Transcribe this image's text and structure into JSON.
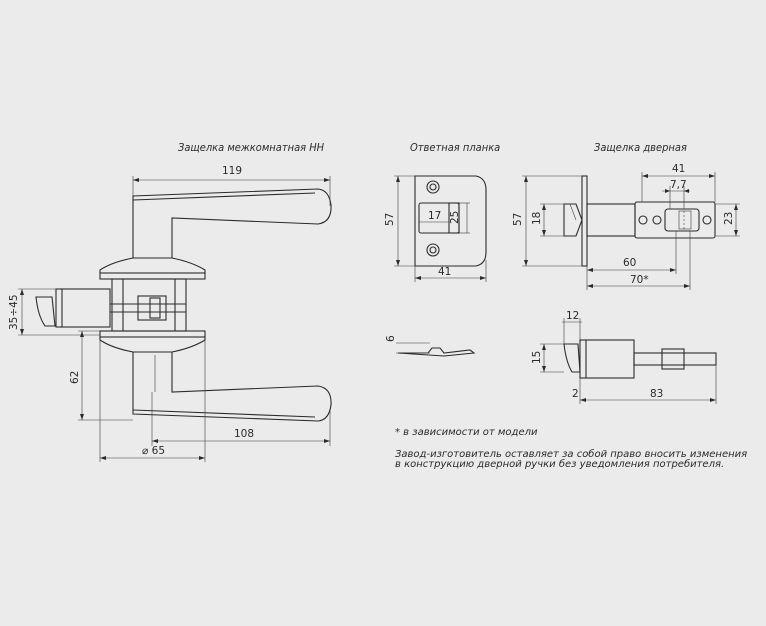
{
  "titles": {
    "handle": "Защелка межкомнатная НН",
    "strike": "Ответная планка",
    "latch": "Защелка дверная"
  },
  "dims": {
    "handle_width": "119",
    "backset_range": "35÷45",
    "handle_height": "62",
    "lever_length": "108",
    "rosette_diam": "⌀ 65",
    "strike_height": "57",
    "strike_opening_w": "17",
    "strike_opening_h": "25",
    "strike_width": "41",
    "strike_thickness": "6",
    "latch_plate_height": "57",
    "latch_bolt_height": "18",
    "latch_tail_41": "41",
    "latch_7_7": "7,7",
    "latch_body_height": "23",
    "latch_60": "60",
    "latch_70": "70*",
    "latch_side_12": "12",
    "latch_side_15": "15",
    "latch_side_2": "2",
    "latch_side_83": "83"
  },
  "notes": {
    "footnote": "* в зависимости от модели",
    "disclaimer_line1": "Завод-изготовитель оставляет за собой право вносить изменения",
    "disclaimer_line2": "в конструкцию дверной ручки без уведомления потребителя."
  }
}
